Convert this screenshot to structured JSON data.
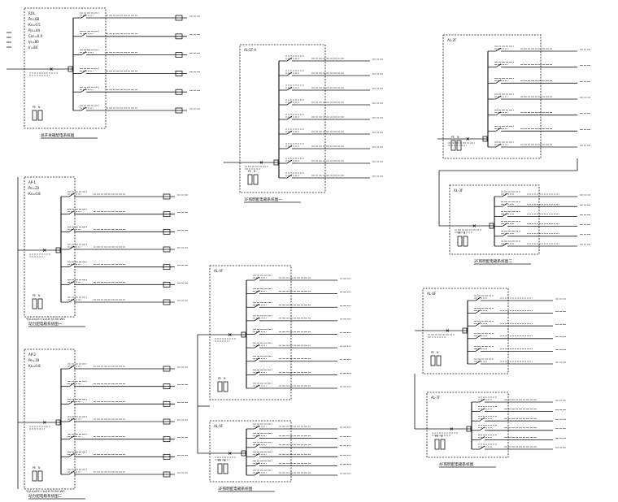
{
  "sheet": {
    "background": "#ffffff",
    "line_color": "#111111"
  },
  "panels": [
    {
      "id": "p1",
      "header": [
        "ROL",
        "Pe=88",
        "Kx=0.5",
        "Pjs=44",
        "Cos=0.9",
        "Ijs=80",
        "Ir=80"
      ],
      "circuit_count": 6,
      "title": "总开关箱配电系统图"
    },
    {
      "id": "p2",
      "header": [
        "AL-1F-A"
      ],
      "circuit_count": 9,
      "title": "1F照明配电箱系统图一"
    },
    {
      "id": "p3",
      "header": [
        "AL-2F"
      ],
      "circuit_count": 7,
      "title": ""
    },
    {
      "id": "p4",
      "header": [
        "AL-3F"
      ],
      "circuit_count": 6,
      "title": "2F照明配电箱系统图二"
    },
    {
      "id": "p5",
      "header": [
        "AP-1",
        "Pe=20",
        "Kx=0.8"
      ],
      "circuit_count": 7,
      "title": "动力配电箱系统图一",
      "footer": "YJV-4x25+1x16 SC50-WC"
    },
    {
      "id": "p6",
      "header": [
        "AP-2",
        "Pe=18",
        "Kx=0.8"
      ],
      "circuit_count": 7,
      "title": "动力配电箱系统图二",
      "footer": "YJV-4x25+1x16 SC50-WC"
    },
    {
      "id": "p7",
      "header": [
        "AL-4F"
      ],
      "circuit_count": 9,
      "title": ""
    },
    {
      "id": "p8",
      "header": [
        "AL-5F"
      ],
      "circuit_count": 6,
      "title": "3F照明配电箱系统图"
    },
    {
      "id": "p9",
      "header": [
        "AL-6F"
      ],
      "circuit_count": 6,
      "title": ""
    },
    {
      "id": "p10",
      "header": [
        "AL-7F"
      ],
      "circuit_count": 6,
      "title": "4F照明配电箱系统图"
    }
  ]
}
